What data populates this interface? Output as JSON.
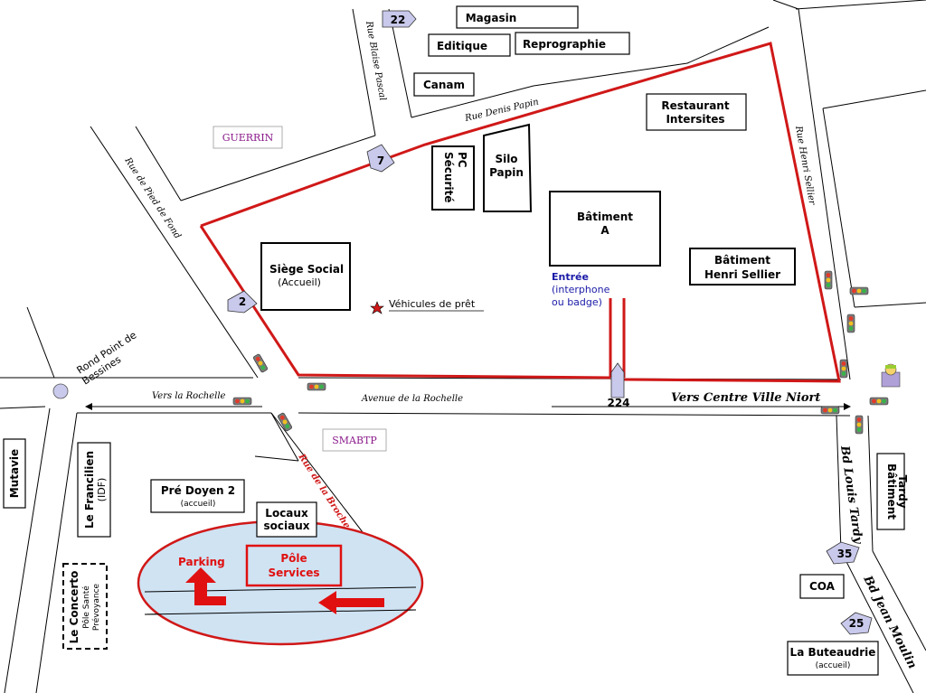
{
  "buildings": {
    "magasin": "Magasin",
    "editique": "Editique",
    "reprographie": "Reprographie",
    "canam": "Canam",
    "restaurant": "Restaurant",
    "restaurant2": "Intersites",
    "pc": "PC",
    "pc2": "Sécurité",
    "silo": "Silo",
    "silo2": "Papin",
    "batA": "Bâtiment",
    "batA2": "A",
    "batHS": "Bâtiment",
    "batHS2": "Henri Sellier",
    "siege": "Siège Social",
    "siege2": "(Accueil)",
    "preDoyen": "Pré Doyen 2",
    "preDoyen2": "(accueil)",
    "locaux": "Locaux",
    "locaux2": "sociaux",
    "pole": "Pôle",
    "pole2": "Services",
    "coa": "COA",
    "buteaudrie": "La Buteaudrie",
    "buteaudrie2": "(accueil)",
    "tardy": "Bâtiment",
    "tardy2": "Tardy",
    "mutavie": "Mutavie",
    "francilien": "Le Francilien",
    "francilien2": "(IDF)",
    "concerto": "Le Concerto",
    "concerto2": "Pôle Santé",
    "concerto3": "Prévoyance"
  },
  "streets": {
    "blaise": "Rue Blaise Pascal",
    "denis": "Rue Denis Papin",
    "henri": "Rue Henri Sellier",
    "pied": "Rue de Pied de Fond",
    "rondpoint1": "Rond Point de",
    "rondpoint2": "Bessines",
    "versRochelle": "Vers la Rochelle",
    "avenue": "Avenue de la Rochelle",
    "versNiort": "Vers Centre Ville Niort",
    "broche": "Rue de la Broche",
    "tardyBd": "Bd Louis Tardy",
    "moulin": "Bd Jean Moulin"
  },
  "labels": {
    "guerrin": "GUERRIN",
    "smabtp": "SMABTP",
    "entree": "Entrée",
    "entree2": "(interphone",
    "entree3": "ou badge)",
    "vehicules": "Véhicules de prêt",
    "parking": "Parking"
  },
  "gates": {
    "g22": "22",
    "g7": "7",
    "g2": "2",
    "g224": "224",
    "g35": "35",
    "g25": "25"
  },
  "colors": {
    "perimeter": "#d01818",
    "parkingZone": "#cfe3f3",
    "purple": "#8a1a8a",
    "gate": "#c9c9ec",
    "blue": "#1a1aa8"
  }
}
